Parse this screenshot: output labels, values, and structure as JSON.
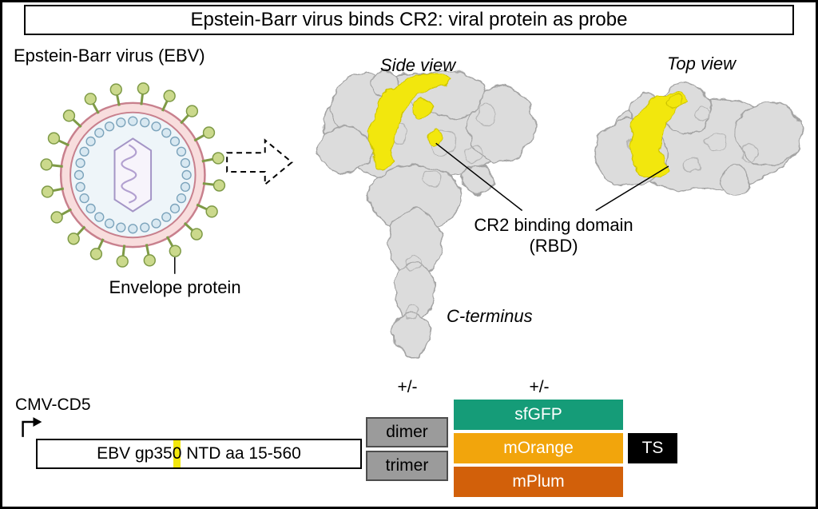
{
  "title": "Epstein-Barr virus binds CR2: viral protein as probe",
  "virus_panel": {
    "heading": "Epstein-Barr virus (EBV)",
    "envelope_protein_label": "Envelope protein"
  },
  "structure_panel": {
    "side_view_label": "Side view",
    "top_view_label": "Top view",
    "cr2_line1": "CR2 binding domain",
    "cr2_line2": "(RBD)",
    "c_terminus_label": "C-terminus"
  },
  "construct_panel": {
    "promoter_label": "CMV-CD5",
    "insert_label": "EBV gp350 NTD aa 15-560",
    "oligomer_plus_minus": "+/-",
    "fp_plus_minus": "+/-",
    "oligomer_options": [
      "dimer",
      "trimer"
    ],
    "fluorophore_options": [
      "sfGFP",
      "mOrange",
      "mPlum"
    ],
    "tag_label": "TS"
  },
  "colors": {
    "sfgfp": "#159c78",
    "morange": "#f2a50c",
    "mplum": "#d2600a",
    "tag_bg": "#000000",
    "oligomer_gray": "#9b9b9b",
    "highlight_yellow": "#f2e70e",
    "protein_gray": "#dcdcdc"
  }
}
